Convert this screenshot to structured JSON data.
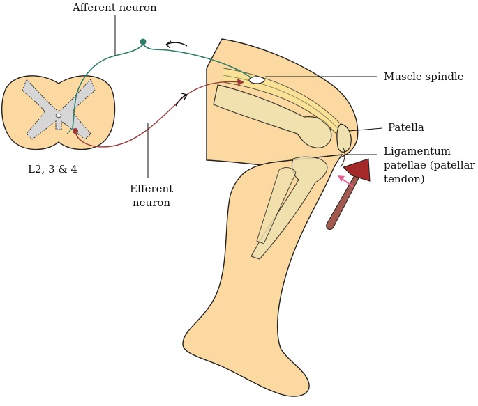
{
  "labels": {
    "afferent": "Afferent neuron",
    "spinal_level": "L2, 3 & 4",
    "efferent_line1": "Efferent",
    "efferent_line2": "neuron",
    "muscle_spindle": "Muscle spindle",
    "patella": "Patella",
    "ligament_line1": "Ligamentum",
    "ligament_line2": "patellae (patellar",
    "ligament_line3": "tendon)"
  },
  "colors": {
    "skin": "#fcd9a0",
    "outline": "#222222",
    "bone": "#efe2b0",
    "gray_matter": "#d6d6d6",
    "afferent_nerve": "#2e7d68",
    "efferent_nerve": "#9a3a3a",
    "hammer_head": "#a42a2a",
    "hammer_handle": "#a25a50",
    "tap_arrow": "#e8608e"
  }
}
